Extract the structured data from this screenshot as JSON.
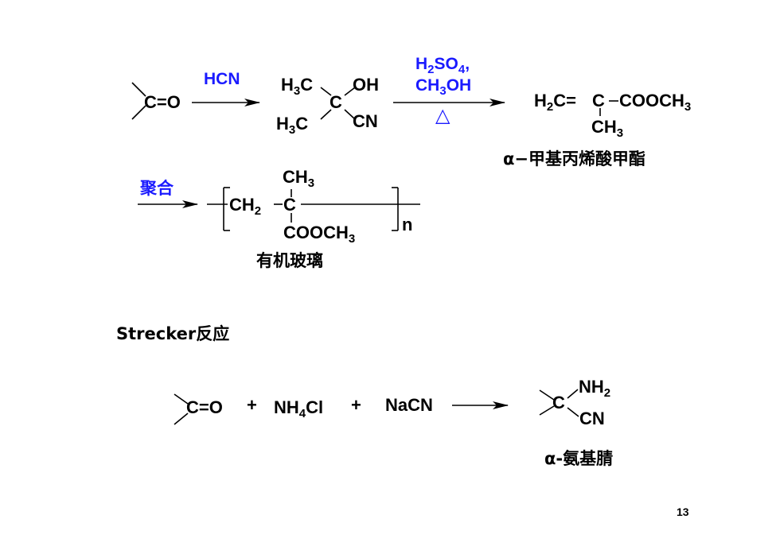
{
  "reaction1": {
    "reactant": "C=O",
    "reagent": "HCN",
    "intermediate": {
      "top_group": "H3C",
      "center": "C",
      "oh": "OH",
      "bottom_group": "H3C",
      "cn": "CN"
    },
    "conditions": {
      "acid": "H2SO4,",
      "alcohol": "CH3OH",
      "heat": "△"
    },
    "product": {
      "left": "H2C=",
      "center": "C",
      "right": "COOCH3",
      "methyl": "CH3"
    },
    "product_name": "α−甲基丙烯酸甲酯"
  },
  "polymerization": {
    "label": "聚合",
    "methyl": "CH3",
    "chain_left": "CH2",
    "center": "C",
    "ester": "COOCH3",
    "n": "n",
    "product_name": "有机玻璃"
  },
  "strecker": {
    "title": "Strecker反应",
    "reactant": "C=O",
    "plus1": "+",
    "ammonium": "NH4Cl",
    "plus2": "+",
    "cyanide": "NaCN",
    "product": {
      "center": "C",
      "amine": "NH2",
      "cn": "CN"
    },
    "product_name": "α-氨基腈"
  },
  "page_number": "13"
}
